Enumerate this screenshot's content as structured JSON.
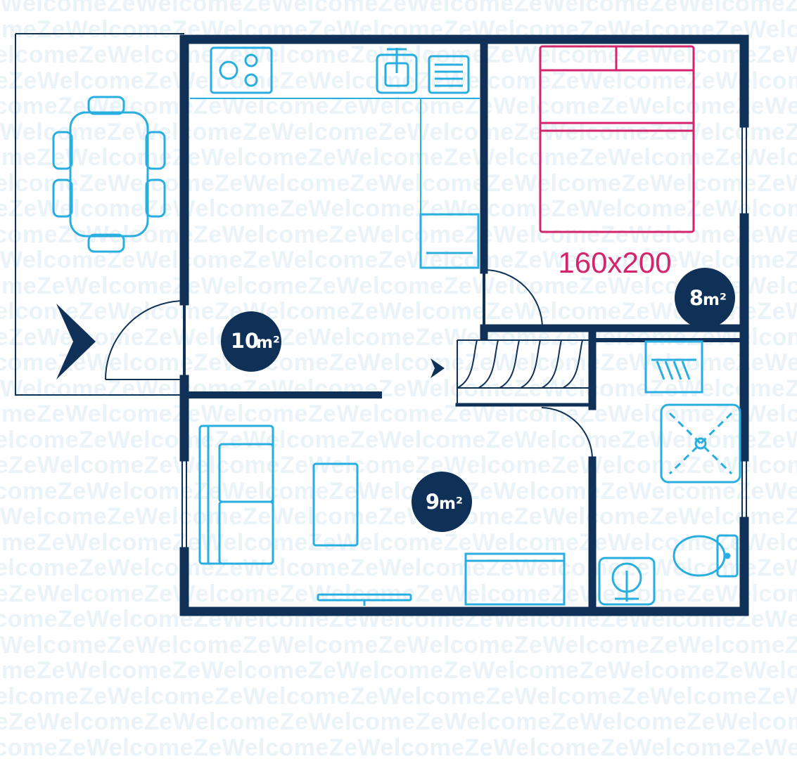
{
  "watermark": {
    "text": "WelcomeZeWelcomeZeWelcomeZeWelcomeZeWelcomeZeWelcomeZeWelcomeZe"
  },
  "rooms": {
    "living": {
      "area_value": "10",
      "area_unit": "m²"
    },
    "bedroom": {
      "area_value": "8",
      "area_unit": "m²"
    },
    "lounge": {
      "area_value": "9",
      "area_unit": "m²"
    }
  },
  "bed": {
    "label": "160x200"
  },
  "icons": {
    "entrance": "entrance-arrow-icon",
    "stairs": "stairs-direction-icon",
    "cooktop": "cooktop-icon",
    "sink": "kitchen-sink-icon",
    "dishwasher": "dishwasher-icon",
    "fridge": "fridge-icon",
    "dining": "dining-table-icon",
    "sofa": "sofa-icon",
    "coffee_table": "coffee-table-icon",
    "tv": "tv-icon",
    "shower": "shower-icon",
    "toilet": "toilet-icon",
    "washbasin": "washbasin-icon",
    "washing_machine": "washing-machine-icon"
  },
  "colors": {
    "wall": "#0f3157",
    "furniture": "#29aee0",
    "bed": "#d4246d",
    "badge": "#0f3157",
    "watermark": "#e9f3f8"
  }
}
